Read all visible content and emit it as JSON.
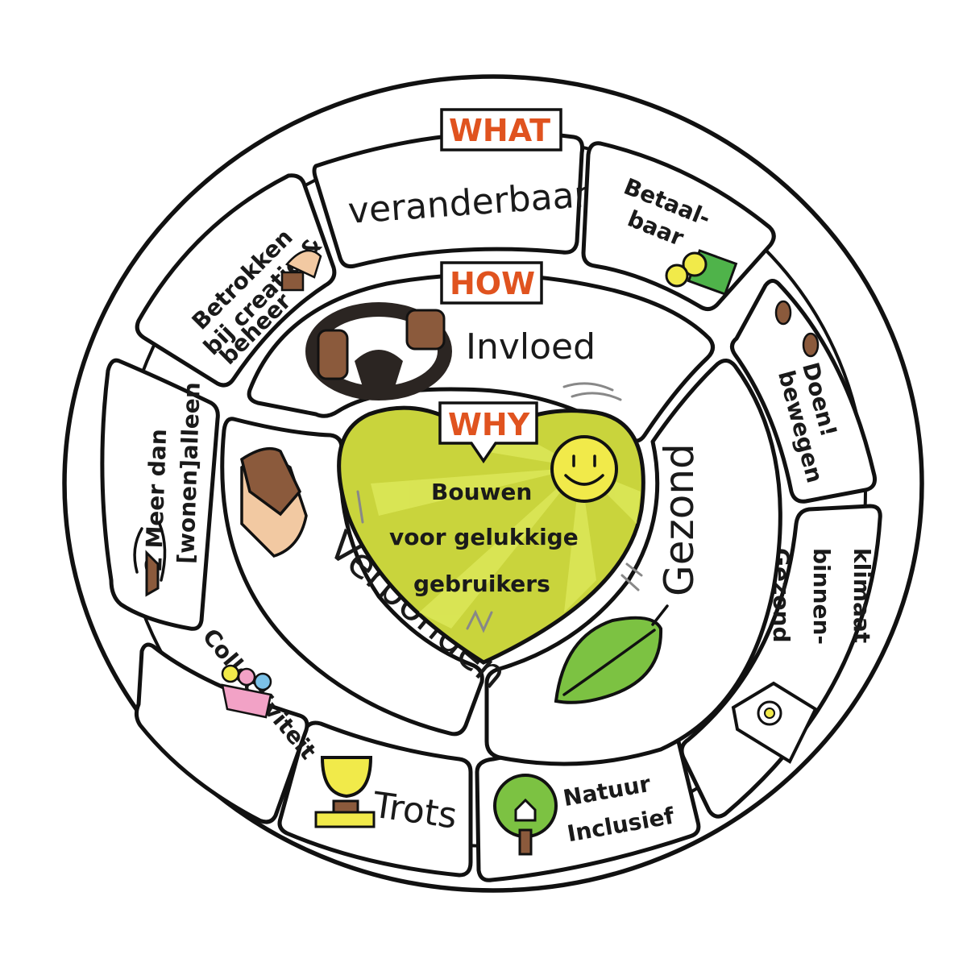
{
  "tags": {
    "what": "WHAT",
    "how": "HOW",
    "why": "WHY"
  },
  "center": {
    "line1": "Bouwen",
    "line2": "voor gelukkige",
    "line3": "gebruikers"
  },
  "how_segments": {
    "invloed": "Invloed",
    "gezond": "Gezond",
    "verbonden": "Verbonden"
  },
  "what_segments": {
    "veranderbaar": "veranderbaar",
    "betaalbaar_1": "Betaal-",
    "betaalbaar_2": "baar",
    "doen_1": "Doen!",
    "doen_2": "bewegen",
    "binnenklimaat_1": "Gezond",
    "binnenklimaat_2": "binnen-",
    "binnenklimaat_3": "klimaat",
    "natuur_1": "Natuur",
    "natuur_2": "Inclusief",
    "trots": "Trots",
    "collectiviteit": "Collectiviteit",
    "meer_dan_1": "2 Meer dan",
    "meer_dan_2": "[wonen]alleen",
    "betrokken_1": "Betrokken",
    "betrokken_2": "bij creatie &",
    "betrokken_3": "beheer"
  },
  "colors": {
    "ink": "#111111",
    "tag_orange": "#e0531f",
    "heart_green": "#c9d43c",
    "heart_light": "#dde85a",
    "smiley_yellow": "#f1ea4a",
    "leaf_green": "#7cc242",
    "money_green": "#4fb34a",
    "skin_brown": "#8b5a3c",
    "skin_light": "#f2c9a2"
  },
  "icons": [
    "steering-wheel-icon",
    "leaf-icon",
    "handshake-icon",
    "money-icon",
    "footprints-icon",
    "house-flower-icon",
    "tree-house-icon",
    "trophy-icon",
    "group-hug-icon",
    "people-squared-icon",
    "hand-blocks-icon",
    "smiley-icon"
  ]
}
